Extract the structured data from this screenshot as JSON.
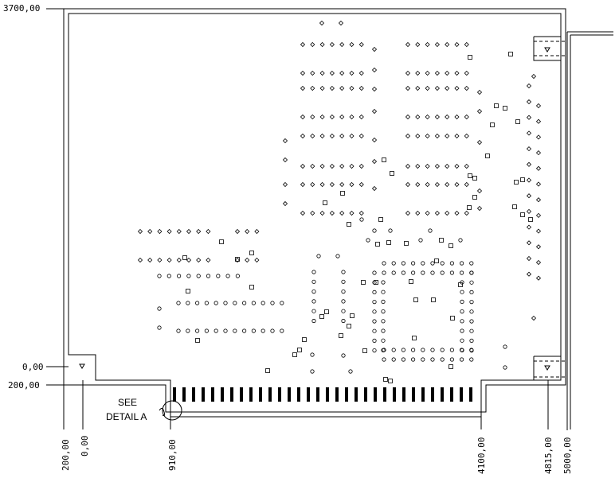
{
  "dimensions": {
    "top": "3700,00",
    "zero": "0,00",
    "two_hundred": "200,00",
    "bottom_labels": [
      "200,00",
      "0,00",
      "910,00",
      "4100,00",
      "4815,00",
      "5000,00"
    ]
  },
  "callout": {
    "line1": "SEE",
    "line2": "DETAIL A"
  },
  "colors": {
    "line": "#000000",
    "background": "#ffffff"
  }
}
